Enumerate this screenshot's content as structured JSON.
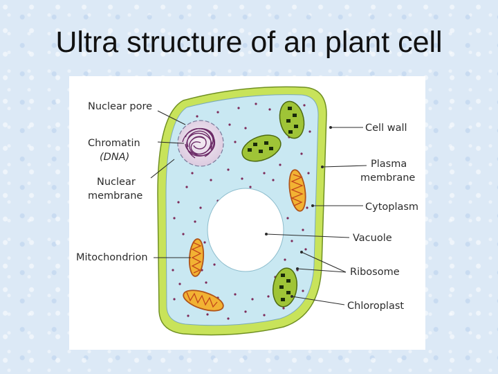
{
  "slide": {
    "title": "Ultra structure of an plant cell"
  },
  "diagram": {
    "labels": {
      "nuclear_pore": "Nuclear pore",
      "chromatin": "Chromatin",
      "chromatin_sub": "(DNA)",
      "nuclear_membrane_1": "Nuclear",
      "nuclear_membrane_2": "membrane",
      "mitochondrion": "Mitochondrion",
      "cell_wall": "Cell wall",
      "plasma_membrane_1": "Plasma",
      "plasma_membrane_2": "membrane",
      "cytoplasm": "Cytoplasm",
      "vacuole": "Vacuole",
      "ribosome": "Ribosome",
      "chloroplast": "Chloroplast"
    },
    "colors": {
      "cell_wall": "#c8e35a",
      "cytoplasm": "#c9e8f2",
      "nucleus": "#7a2f6b",
      "mitochondrion": "#f2b233",
      "chloroplast": "#9fc437",
      "vacuole": "#ffffff"
    }
  }
}
